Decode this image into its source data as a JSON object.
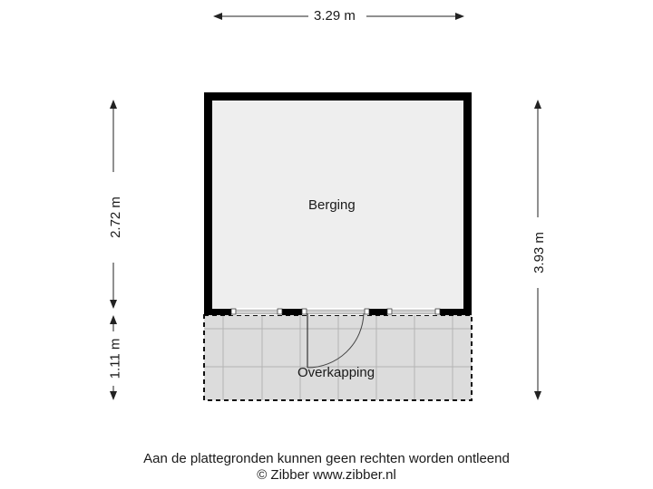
{
  "dimensions": {
    "top_width": "3.29 m",
    "left_berging_height": "2.72 m",
    "left_overkapping_height": "1.11 m",
    "right_total_height": "3.93 m"
  },
  "rooms": [
    {
      "name": "Berging"
    },
    {
      "name": "Overkapping"
    }
  ],
  "footer": {
    "disclaimer": "Aan de plattegronden kunnen geen rechten worden ontleend",
    "copyright": "© Zibber www.zibber.nl"
  },
  "colors": {
    "wall": "#000000",
    "room_fill": "#eeeeee",
    "overkapping_fill": "#dcdcdc",
    "grid_line": "#b4b4b4",
    "dimension_line": "#222222"
  }
}
